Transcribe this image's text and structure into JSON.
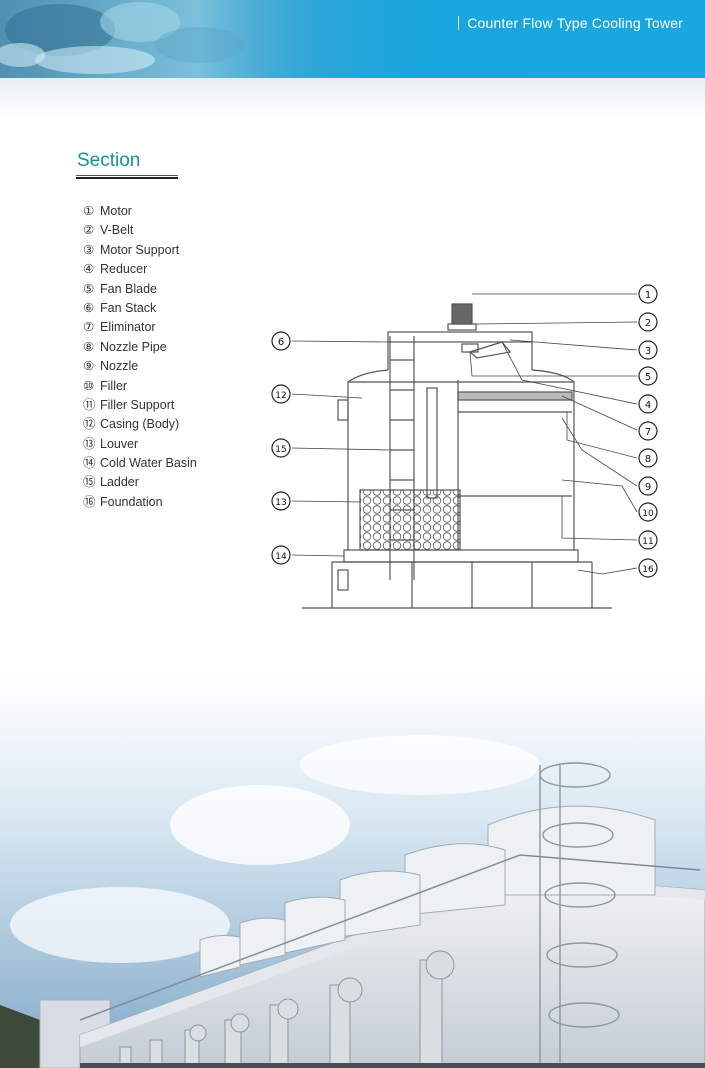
{
  "header": {
    "title": "Counter Flow Type Cooling Tower"
  },
  "section": {
    "title": "Section"
  },
  "legend": [
    {
      "num": "①",
      "label": "Motor"
    },
    {
      "num": "②",
      "label": "V-Belt"
    },
    {
      "num": "③",
      "label": "Motor Support"
    },
    {
      "num": "④",
      "label": "Reducer"
    },
    {
      "num": "⑤",
      "label": "Fan Blade"
    },
    {
      "num": "⑥",
      "label": "Fan Stack"
    },
    {
      "num": "⑦",
      "label": "Eliminator"
    },
    {
      "num": "⑧",
      "label": "Nozzle Pipe"
    },
    {
      "num": "⑨",
      "label": "Nozzle"
    },
    {
      "num": "⑩",
      "label": "Filler"
    },
    {
      "num": "⑪",
      "label": "Filler Support"
    },
    {
      "num": "⑫",
      "label": "Casing (Body)"
    },
    {
      "num": "⑬",
      "label": "Louver"
    },
    {
      "num": "⑭",
      "label": "Cold Water Basin"
    },
    {
      "num": "⑮",
      "label": "Ladder"
    },
    {
      "num": "⑯",
      "label": "Foundation"
    }
  ],
  "diagram": {
    "callouts": [
      "1",
      "2",
      "3",
      "4",
      "5",
      "6",
      "7",
      "8",
      "9",
      "10",
      "11",
      "12",
      "13",
      "14",
      "15",
      "16"
    ]
  },
  "colors": {
    "header_blue": "#19a5dd",
    "section_teal": "#11968f",
    "text": "#333333"
  }
}
